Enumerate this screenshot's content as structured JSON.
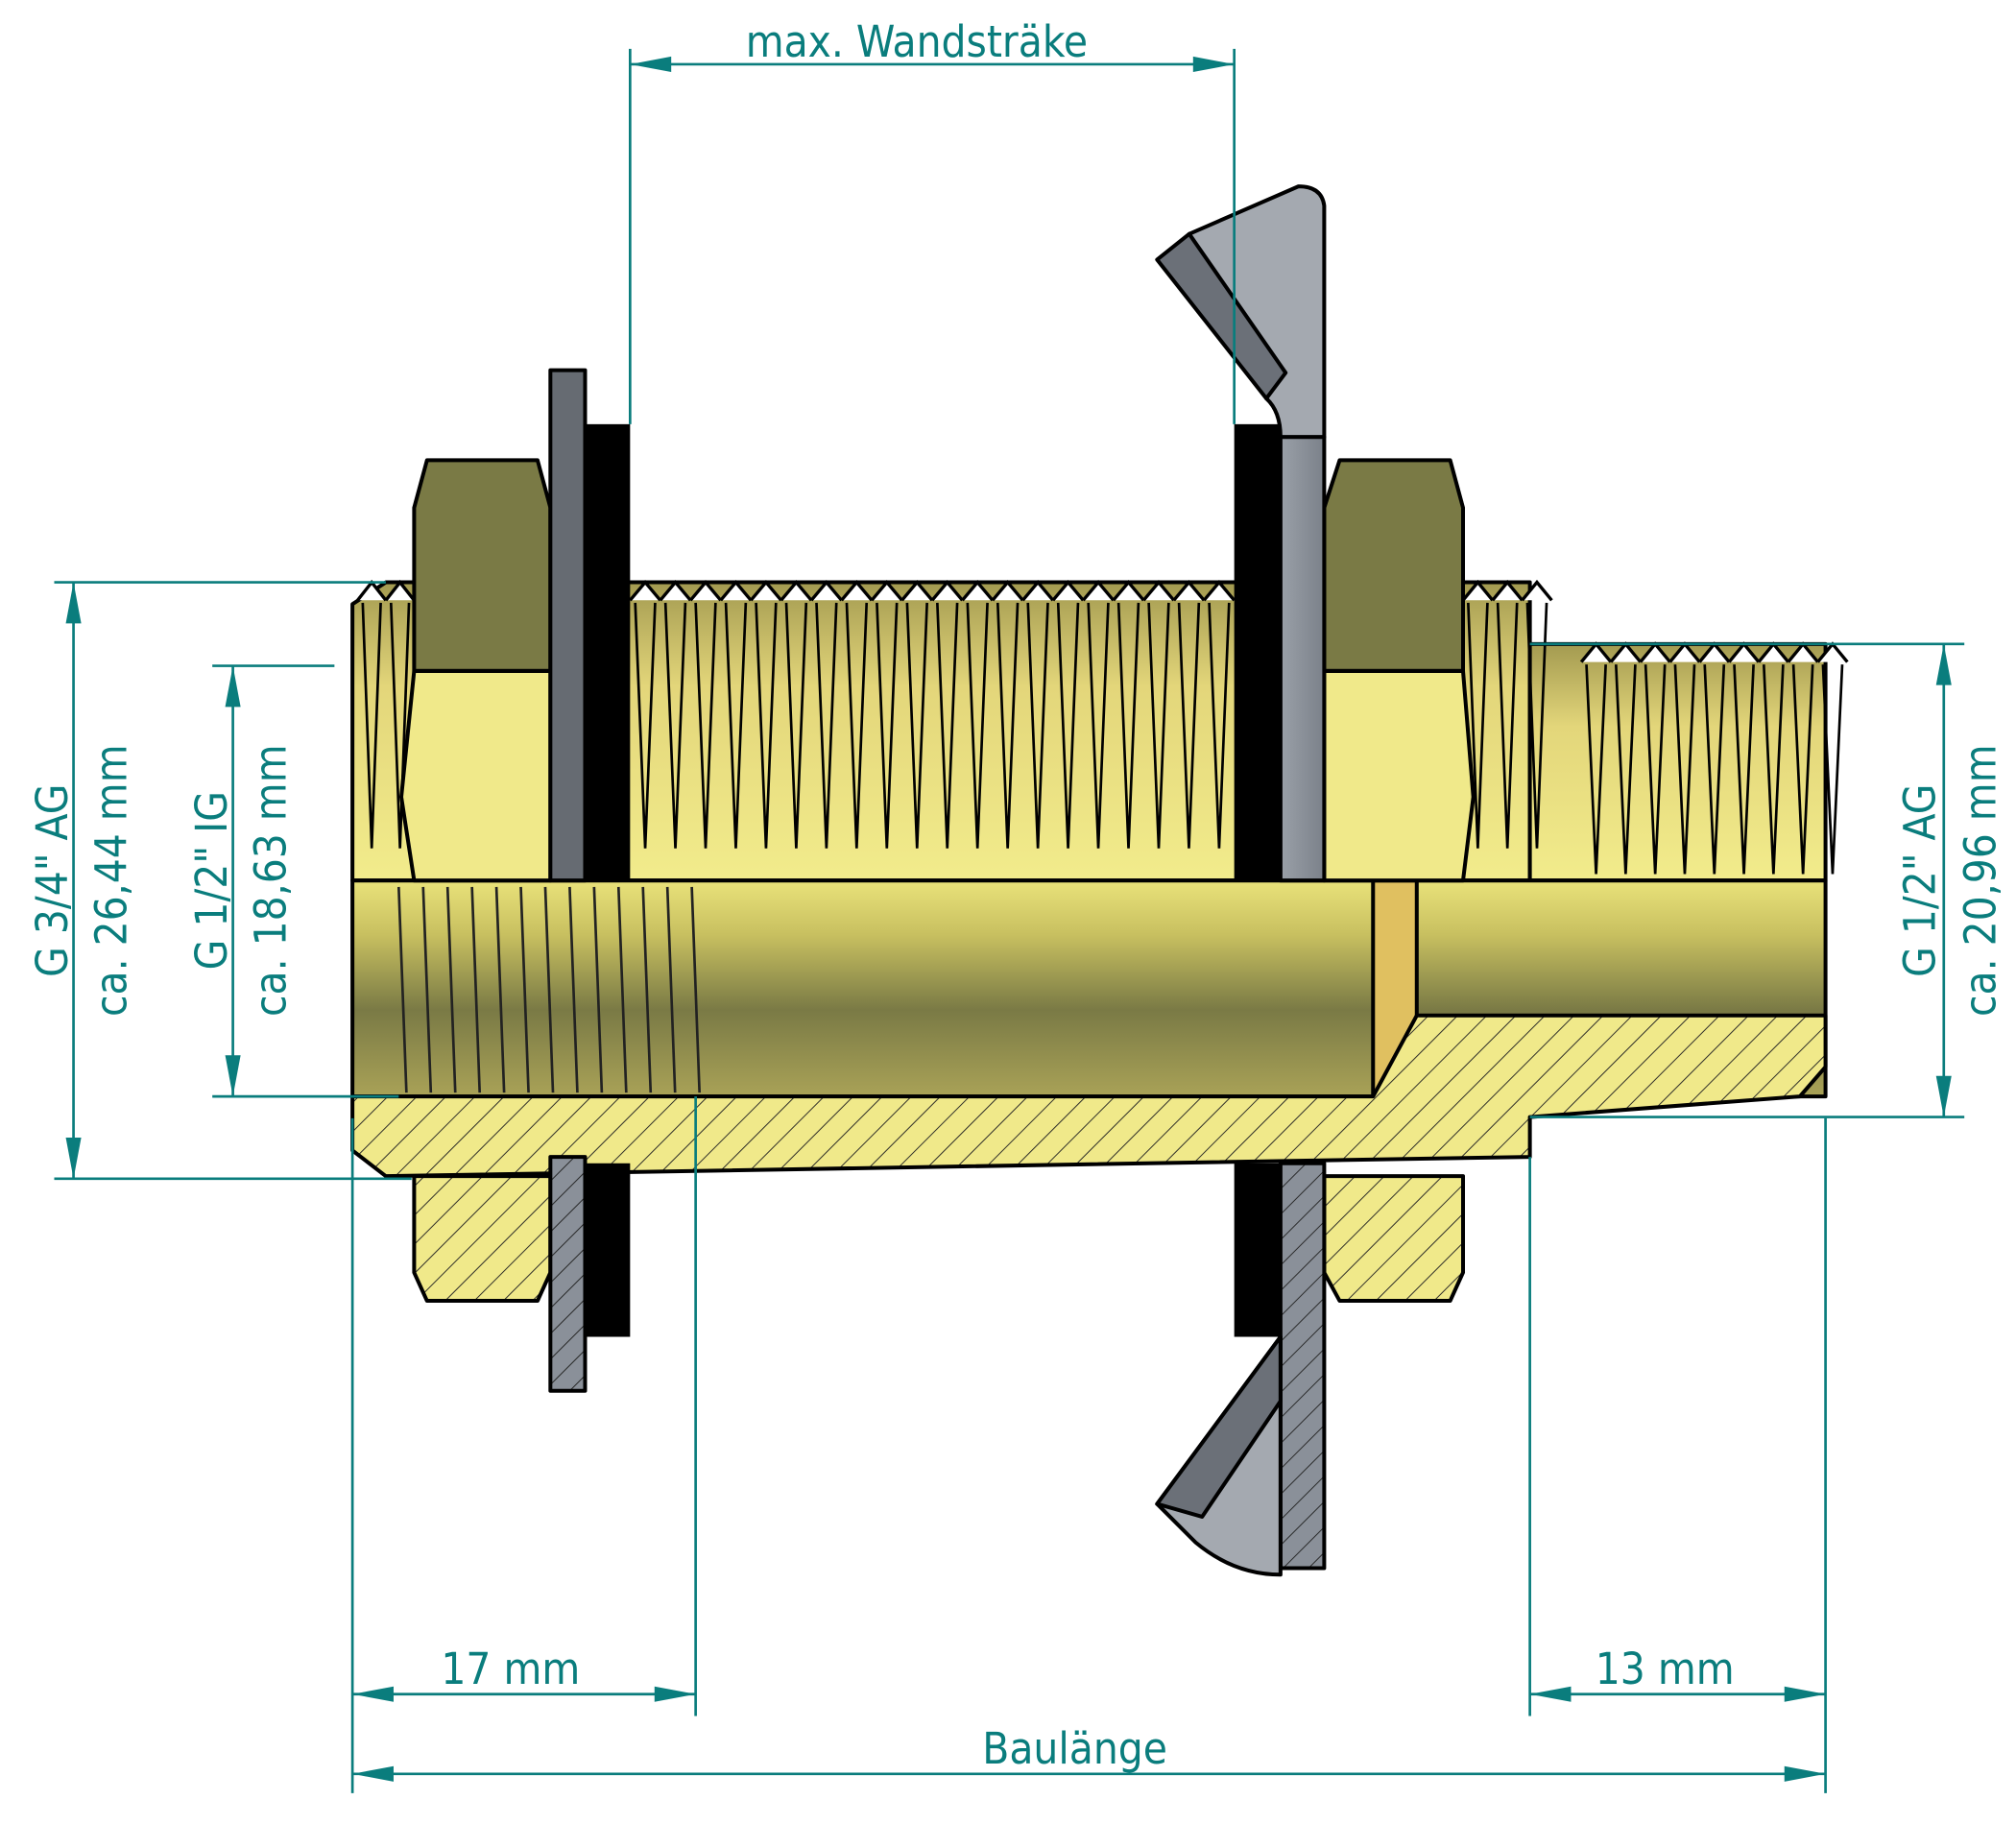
{
  "drawing": {
    "colors": {
      "dimension": "#0a7d7d",
      "brass_light": "#f0e98a",
      "brass_dark": "#7a7a45",
      "steel": "#8a9099",
      "gasket": "#000000"
    },
    "dimensions": {
      "wall_thickness": "max. Wandsträke",
      "outer_thread_left_name": "G 3/4\" AG",
      "outer_thread_left_size": "ca. 26,44 mm",
      "inner_thread_name": "G 1/2\" IG",
      "inner_thread_size": "ca. 18,63 mm",
      "outer_thread_right_name": "G 1/2\" AG",
      "outer_thread_right_size": "ca. 20,96 mm",
      "left_thread_length": "17 mm",
      "right_thread_length": "13 mm",
      "overall_length": "Baulänge"
    }
  }
}
